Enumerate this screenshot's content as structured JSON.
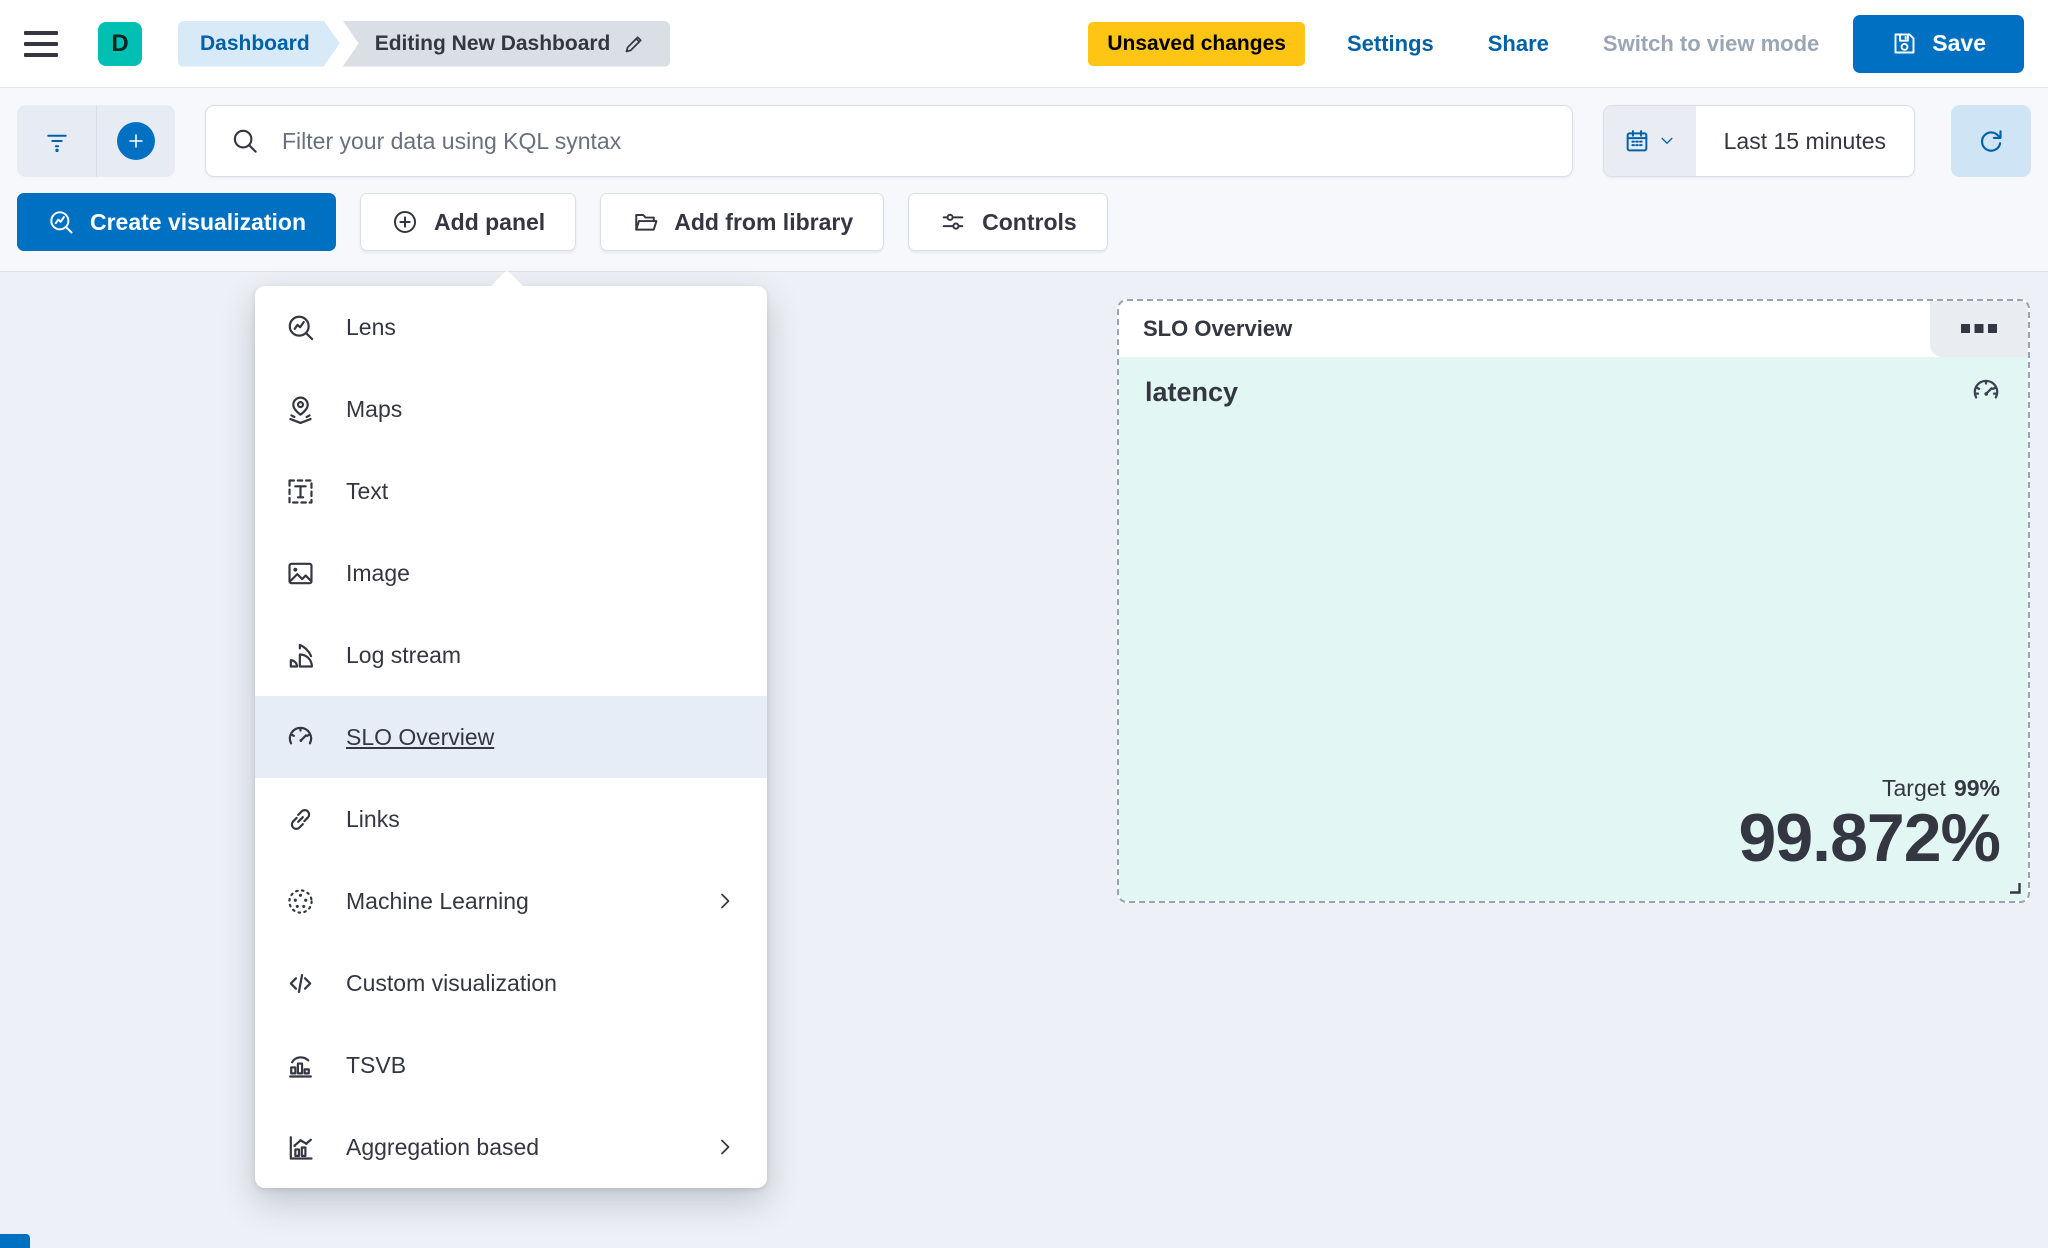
{
  "header": {
    "avatar_letter": "D",
    "breadcrumbs": [
      {
        "label": "Dashboard"
      },
      {
        "label": "Editing New Dashboard"
      }
    ],
    "unsaved_badge": "Unsaved changes",
    "settings_label": "Settings",
    "share_label": "Share",
    "view_mode_label": "Switch to view mode",
    "save_label": "Save"
  },
  "query_bar": {
    "search_placeholder": "Filter your data using KQL syntax",
    "time_range": "Last 15 minutes"
  },
  "toolbar": {
    "create_visualization_label": "Create visualization",
    "add_panel_label": "Add panel",
    "add_from_library_label": "Add from library",
    "controls_label": "Controls"
  },
  "add_panel_menu": {
    "items": [
      {
        "label": "Lens",
        "icon": "lens-icon",
        "highlighted": false,
        "submenu": false
      },
      {
        "label": "Maps",
        "icon": "maps-icon",
        "highlighted": false,
        "submenu": false
      },
      {
        "label": "Text",
        "icon": "text-icon",
        "highlighted": false,
        "submenu": false
      },
      {
        "label": "Image",
        "icon": "image-icon",
        "highlighted": false,
        "submenu": false
      },
      {
        "label": "Log stream",
        "icon": "log-stream-icon",
        "highlighted": false,
        "submenu": false
      },
      {
        "label": "SLO Overview",
        "icon": "slo-overview-icon",
        "highlighted": true,
        "submenu": false
      },
      {
        "label": "Links",
        "icon": "links-icon",
        "highlighted": false,
        "submenu": false
      },
      {
        "label": "Machine Learning",
        "icon": "machine-learning-icon",
        "highlighted": false,
        "submenu": true
      },
      {
        "label": "Custom visualization",
        "icon": "custom-visualization-icon",
        "highlighted": false,
        "submenu": false
      },
      {
        "label": "TSVB",
        "icon": "tsvb-icon",
        "highlighted": false,
        "submenu": false
      },
      {
        "label": "Aggregation based",
        "icon": "aggregation-icon",
        "highlighted": false,
        "submenu": true
      }
    ]
  },
  "slo_panel": {
    "header_title": "SLO Overview",
    "title": "latency",
    "target_label": "Target",
    "target_value": "99%",
    "value": "99.872%"
  },
  "colors": {
    "primary": "#0071C2",
    "link": "#0061A6",
    "warning_badge": "#FEC514",
    "avatar_teal": "#00BFB3",
    "panel_mint": "#E2F7F3",
    "text": "#343741",
    "muted_text": "#9AA5B6",
    "dashed_border": "#98A4B5"
  }
}
